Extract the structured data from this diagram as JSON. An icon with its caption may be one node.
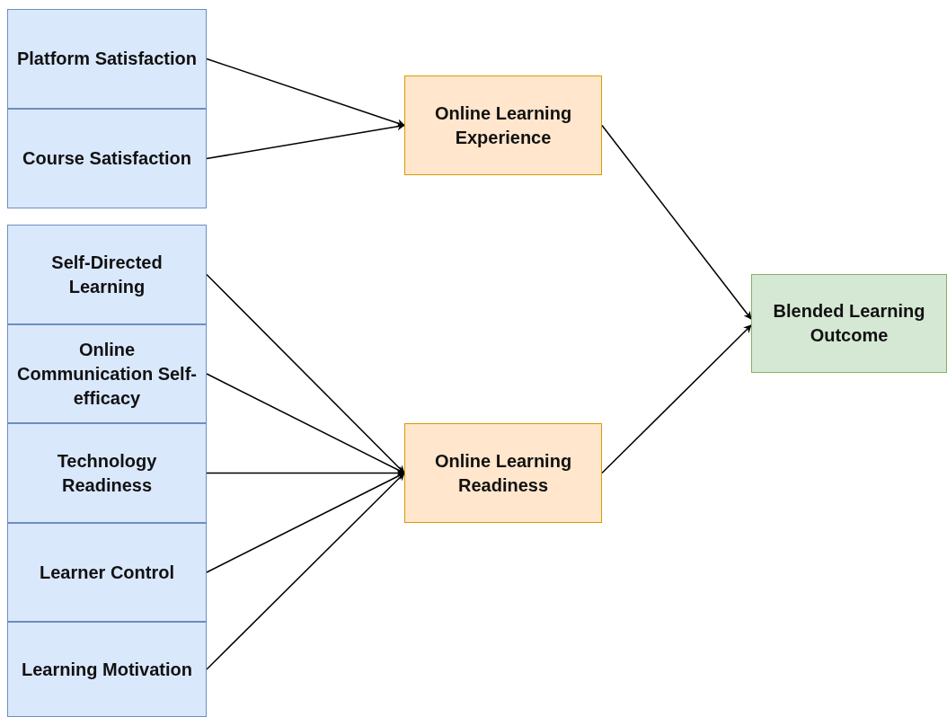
{
  "diagram": {
    "nodes": [
      {
        "text": [
          "Platform Satisfaction"
        ]
      },
      {
        "text": [
          "Course Satisfaction"
        ]
      },
      {
        "text": [
          "Self-Directed Learning"
        ]
      },
      {
        "text": [
          "Online Communication Self-efficacy"
        ]
      },
      {
        "text": [
          "Technology Readiness"
        ]
      },
      {
        "text": [
          "Learner Control"
        ]
      },
      {
        "text": [
          "Learning Motivation"
        ]
      },
      {
        "text": [
          "Online Learning Experience"
        ]
      },
      {
        "text": [
          "Online Learning Readiness"
        ]
      },
      {
        "text": [
          "Blended Learning Outcome"
        ]
      }
    ],
    "edges": [
      {
        "from": 0,
        "to": 7,
        "arrow": "to"
      },
      {
        "from": 1,
        "to": 7,
        "arrow": "to"
      },
      {
        "from": 2,
        "to": 8,
        "arrow": "to"
      },
      {
        "from": 3,
        "to": 8,
        "arrow": "to"
      },
      {
        "from": 4,
        "to": 8,
        "arrow": "to"
      },
      {
        "from": 5,
        "to": 8,
        "arrow": "to"
      },
      {
        "from": 6,
        "to": 8,
        "arrow": "to"
      },
      {
        "from": 7,
        "to": 9,
        "arrow": "to"
      },
      {
        "from": 8,
        "to": 9,
        "arrow": "to"
      }
    ]
  }
}
